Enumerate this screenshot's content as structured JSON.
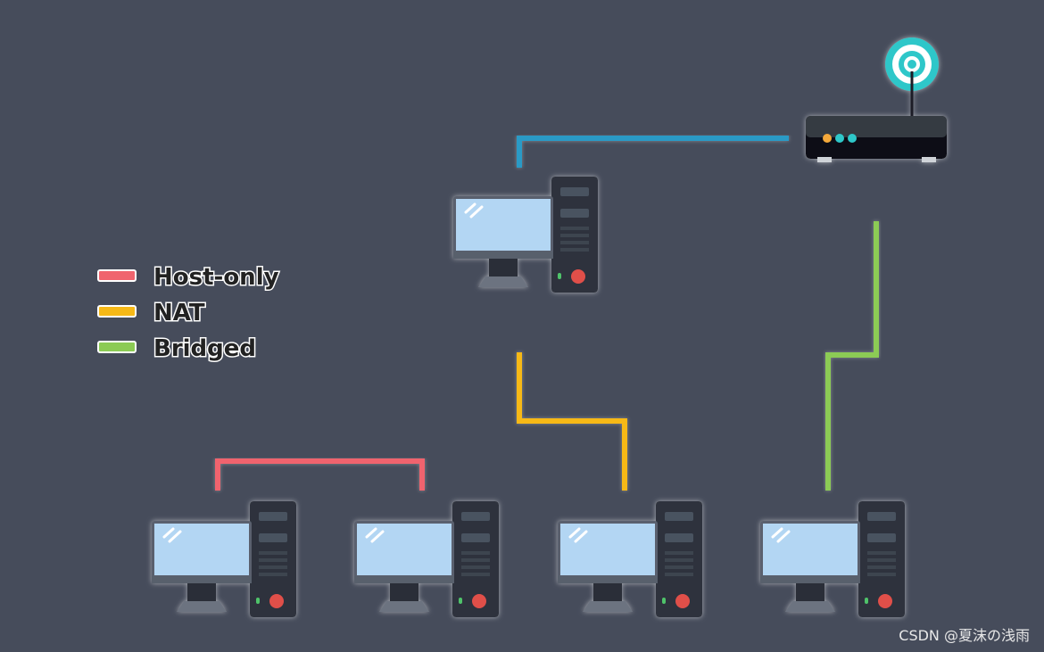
{
  "legend": [
    {
      "label": "Host-only",
      "color": "#f0646e"
    },
    {
      "label": "NAT",
      "color": "#f7b917"
    },
    {
      "label": "Bridged",
      "color": "#8ccb55"
    }
  ],
  "link_colors": {
    "router_uplink": "#2a9ac6",
    "host_only": "#f0646e",
    "nat": "#f7b917",
    "bridged": "#8ccb55"
  },
  "router": {
    "icon": "wifi-router-icon",
    "led_colors": [
      "#f4a93a",
      "#2fc7c9",
      "#2fc7c9"
    ]
  },
  "computer": {
    "icon": "desktop-computer-icon",
    "screen_color": "#b3d6f3",
    "tower_color": "#2d333e",
    "power_color": "#e0504a",
    "led_color": "#4fc36a"
  },
  "watermark": "CSDN @夏沫の浅雨"
}
